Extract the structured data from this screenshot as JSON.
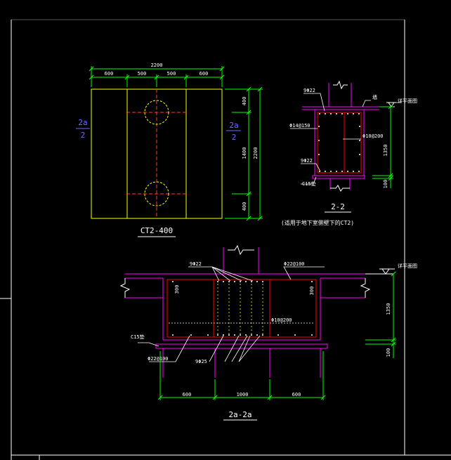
{
  "drawing": {
    "colors": {
      "background": "#000000",
      "frame": "#ffffff",
      "outline": "#ffff00",
      "center_line": "#ff3b3b",
      "pile": "#ffff00",
      "concrete": "#ff00ff",
      "rebar": "#ff0000",
      "dimension": "#00ff00",
      "text": "#ffffff",
      "section_mark": "#6d6dff"
    },
    "plan": {
      "title": "CT2-400",
      "top_total": "2200",
      "top_segments": [
        "600",
        "500",
        "500",
        "600"
      ],
      "right_segments": [
        "400",
        "1400",
        "400"
      ],
      "right_total": "2200",
      "section_mark_left": {
        "label": "2a",
        "number": "2"
      },
      "section_mark_right": {
        "label": "2a",
        "number": "2"
      }
    },
    "section_2_2": {
      "title": "2-2",
      "caption": "(适用于地下室侧壁下的CT2)",
      "rebar_top": "9Φ22",
      "rebar_bottom": "9Φ22",
      "stirrup": "Φ14@150",
      "bar_right": "Φ10@200",
      "ground_note": "详平面图",
      "wall_note": "墙",
      "dim_height": "1350",
      "dim_bottom": "100",
      "cushion": "C15垫"
    },
    "section_2a_2a": {
      "title": "2a-2a",
      "rebar_top_left": "9Φ22",
      "rebar_top_right": "Φ22@100",
      "bar_mid": "Φ10@200",
      "cushion": "C15垫",
      "rebar_bottom_left": "Φ22@100",
      "rebar_bottom_mid": "9Φ25",
      "ground_note": "详平面图",
      "dim_side": "300",
      "dim_height": "1350",
      "dim_bottom": "100",
      "bottom_dims": [
        "600",
        "1000",
        "600"
      ]
    }
  }
}
